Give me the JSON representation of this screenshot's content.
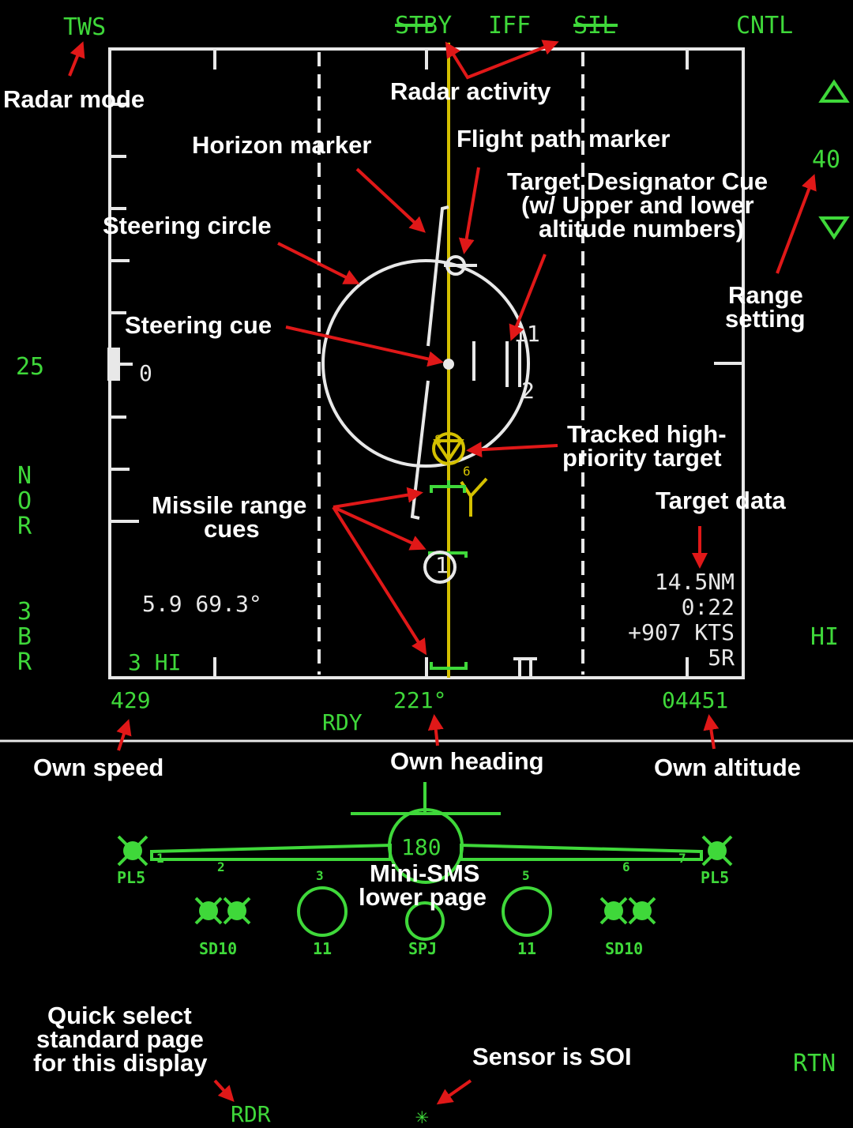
{
  "top_labels": {
    "mode": "TWS",
    "stby": "STBY",
    "iff": "IFF",
    "sil": "SIL",
    "cntl": "CNTL"
  },
  "left_labels": {
    "elev": "25",
    "nor": [
      "N",
      "O",
      "R"
    ],
    "bar": [
      "3",
      "B",
      "R"
    ]
  },
  "right_labels": {
    "range": "40",
    "hi": "HI"
  },
  "display": {
    "horizon_value": "0",
    "antenna": "5.9 69.3°",
    "bars": "3 HI",
    "target": {
      "range": "14.5NM",
      "time": "0:22",
      "closure": "+907 KTS",
      "aspect": "5R"
    },
    "tdc_upper": "11",
    "tdc_lower": "2",
    "target_id": "8",
    "second_target_id": "6",
    "missile_cue_id": "1"
  },
  "bottom_status": {
    "speed": "429",
    "rdy": "RDY",
    "heading": "221°",
    "altitude": "04451"
  },
  "sms": {
    "center_value": "180",
    "stations": [
      "1",
      "2",
      "3",
      "5",
      "6",
      "7"
    ],
    "pl5_left": "PL5",
    "pl5_right": "PL5",
    "sd10_left": "SD10",
    "sd10_right": "SD10",
    "tank_left": "11",
    "tank_right": "11",
    "spj": "SPJ"
  },
  "footer": {
    "rdr": "RDR",
    "soi": "✳",
    "rtn": "RTN"
  },
  "annotations": {
    "radar_mode": "Radar mode",
    "radar_activity": "Radar activity",
    "horizon_marker": "Horizon marker",
    "flight_path_marker": "Flight path marker",
    "tdc": [
      "Target Designator Cue",
      "(w/ Upper and lower",
      "altitude numbers)"
    ],
    "steering_circle": "Steering circle",
    "range_setting": [
      "Range",
      "setting"
    ],
    "steering_cue": "Steering cue",
    "tracked_target": [
      "Tracked high-",
      "priority target"
    ],
    "missile_range_cues": [
      "Missile range",
      "cues"
    ],
    "target_data": "Target data",
    "own_speed": "Own speed",
    "own_heading": "Own heading",
    "own_altitude": "Own altitude",
    "mini_sms": [
      "Mini-SMS",
      "lower page"
    ],
    "quick_select": [
      "Quick select",
      "standard page",
      "for this display"
    ],
    "sensor_soi": "Sensor is SOI"
  }
}
